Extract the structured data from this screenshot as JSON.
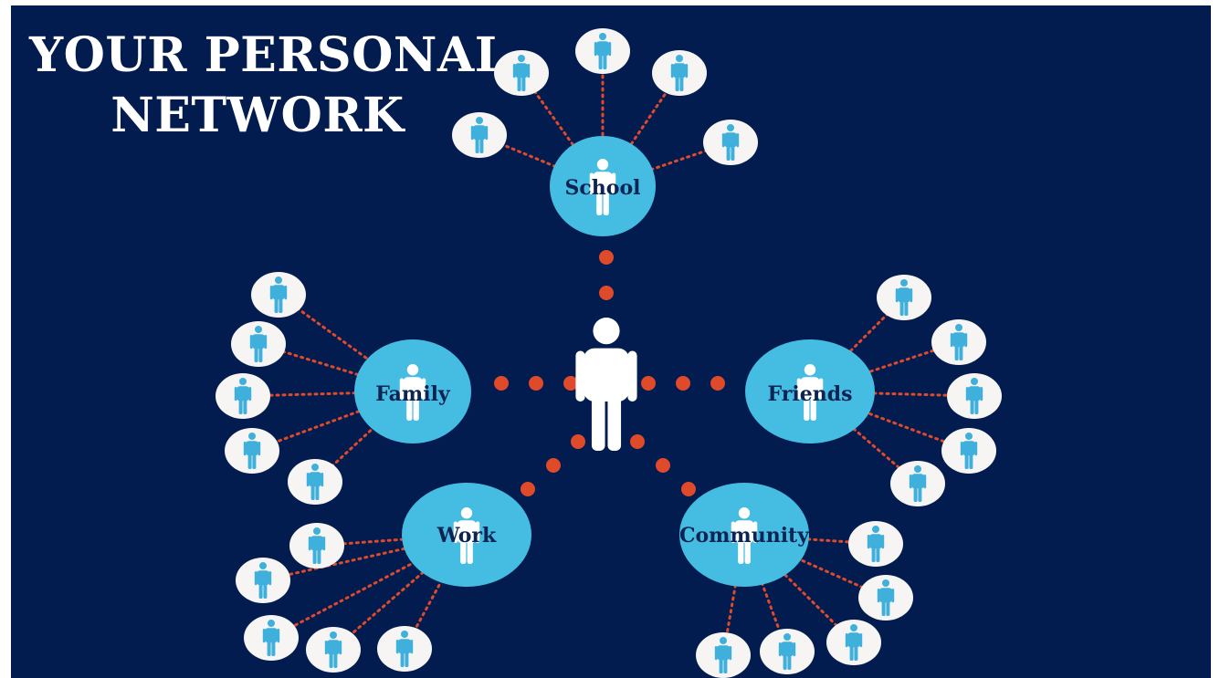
{
  "title": {
    "line1": "YOUR PERSONAL",
    "line2": "NETWORK"
  },
  "colors": {
    "background": "#021c50",
    "hub_fill": "#45bce2",
    "node_fill": "#f6f5f3",
    "person_icon": "#3fb0db",
    "center_person": "#ffffff",
    "connector_dots": "#de4a2a",
    "hub_label": "#0c2453"
  },
  "hubs": [
    {
      "id": "school",
      "label": "School",
      "contacts": 5
    },
    {
      "id": "family",
      "label": "Family",
      "contacts": 5
    },
    {
      "id": "friends",
      "label": "Friends",
      "contacts": 5
    },
    {
      "id": "work",
      "label": "Work",
      "contacts": 5
    },
    {
      "id": "community",
      "label": "Community",
      "contacts": 5
    }
  ],
  "center": {
    "icon": "person-icon"
  },
  "contact_icon": "person-icon"
}
